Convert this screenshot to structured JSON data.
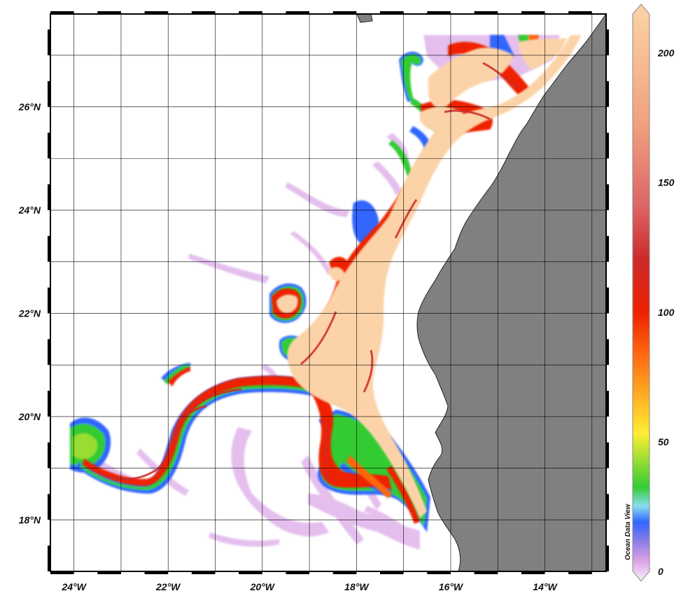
{
  "map": {
    "watermark": "Ocean Data View",
    "projection": "lat-lon",
    "lon_range": [
      -24.5,
      -12.7
    ],
    "lat_range": [
      17.0,
      27.8
    ],
    "grid": true,
    "land_color": "#808080",
    "ocean_no_data_color": "#ffffff",
    "lon_ticks": [
      {
        "value": -24,
        "label": "24°W"
      },
      {
        "value": -22,
        "label": "22°W"
      },
      {
        "value": -20,
        "label": "20°W"
      },
      {
        "value": -18,
        "label": "18°W"
      },
      {
        "value": -16,
        "label": "16°W"
      },
      {
        "value": -14,
        "label": "14°W"
      }
    ],
    "lat_ticks": [
      {
        "value": 18,
        "label": "18°N"
      },
      {
        "value": 20,
        "label": "20°N"
      },
      {
        "value": 22,
        "label": "22°N"
      },
      {
        "value": 24,
        "label": "24°N"
      },
      {
        "value": 26,
        "label": "26°N"
      }
    ]
  },
  "colorbar": {
    "min": 0,
    "max": 215,
    "ticks": [
      {
        "value": 0,
        "label": "0"
      },
      {
        "value": 50,
        "label": "50"
      },
      {
        "value": 100,
        "label": "100"
      },
      {
        "value": 150,
        "label": "150"
      },
      {
        "value": 200,
        "label": "200"
      }
    ],
    "stops": [
      {
        "v": 0,
        "color": "#fbeefb"
      },
      {
        "v": 8,
        "color": "#d9a0e6"
      },
      {
        "v": 15,
        "color": "#8a7be8"
      },
      {
        "v": 22,
        "color": "#3366ff"
      },
      {
        "v": 28,
        "color": "#88ddf0"
      },
      {
        "v": 35,
        "color": "#33cc33"
      },
      {
        "v": 45,
        "color": "#99dd33"
      },
      {
        "v": 55,
        "color": "#ffee33"
      },
      {
        "v": 70,
        "color": "#ffaa22"
      },
      {
        "v": 85,
        "color": "#ff6611"
      },
      {
        "v": 100,
        "color": "#ee2200"
      },
      {
        "v": 120,
        "color": "#cc2a2a"
      },
      {
        "v": 140,
        "color": "#dd6666"
      },
      {
        "v": 170,
        "color": "#f0a080"
      },
      {
        "v": 215,
        "color": "#fcd3a8"
      }
    ]
  }
}
